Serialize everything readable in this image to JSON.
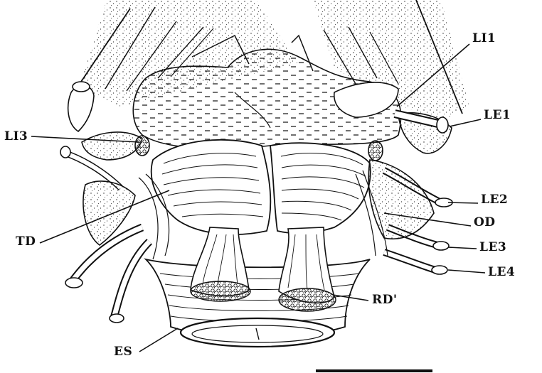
{
  "labels": {
    "li1": "LI1",
    "le1": "LE1",
    "li3": "LI3",
    "le2": "LE2",
    "od": "OD",
    "td": "TD",
    "le3": "LE3",
    "le4": "LE4",
    "rd": "RD'",
    "es": "ES"
  },
  "colors": {
    "ink": "#111111",
    "paper": "#ffffff"
  }
}
